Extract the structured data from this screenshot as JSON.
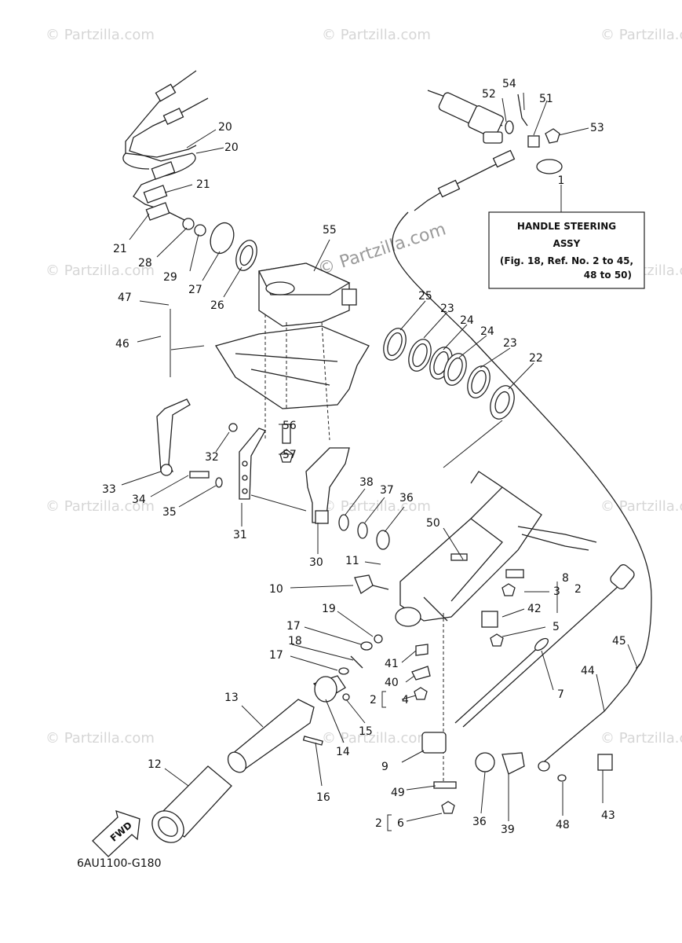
{
  "watermarks": [
    "© Partzilla.com",
    "© Partzilla.com"
  ],
  "note_box": {
    "line1": "HANDLE STEERING",
    "line2": "ASSY",
    "line3": "(Fig. 18, Ref. No. 2 to 45,",
    "line4": "48 to 50)"
  },
  "diagram_code": "6AU1100-G180",
  "fwd_label": "FWD",
  "labels": [
    "1",
    "2",
    "3",
    "4",
    "5",
    "6",
    "7",
    "8",
    "9",
    "10",
    "11",
    "12",
    "13",
    "14",
    "15",
    "16",
    "17",
    "18",
    "19",
    "20",
    "21",
    "22",
    "23",
    "24",
    "25",
    "26",
    "27",
    "28",
    "29",
    "30",
    "31",
    "32",
    "33",
    "34",
    "35",
    "36",
    "37",
    "38",
    "39",
    "40",
    "41",
    "42",
    "43",
    "44",
    "45",
    "46",
    "47",
    "48",
    "49",
    "50",
    "51",
    "52",
    "53",
    "54",
    "55",
    "56",
    "57"
  ],
  "group_prefix": "2"
}
